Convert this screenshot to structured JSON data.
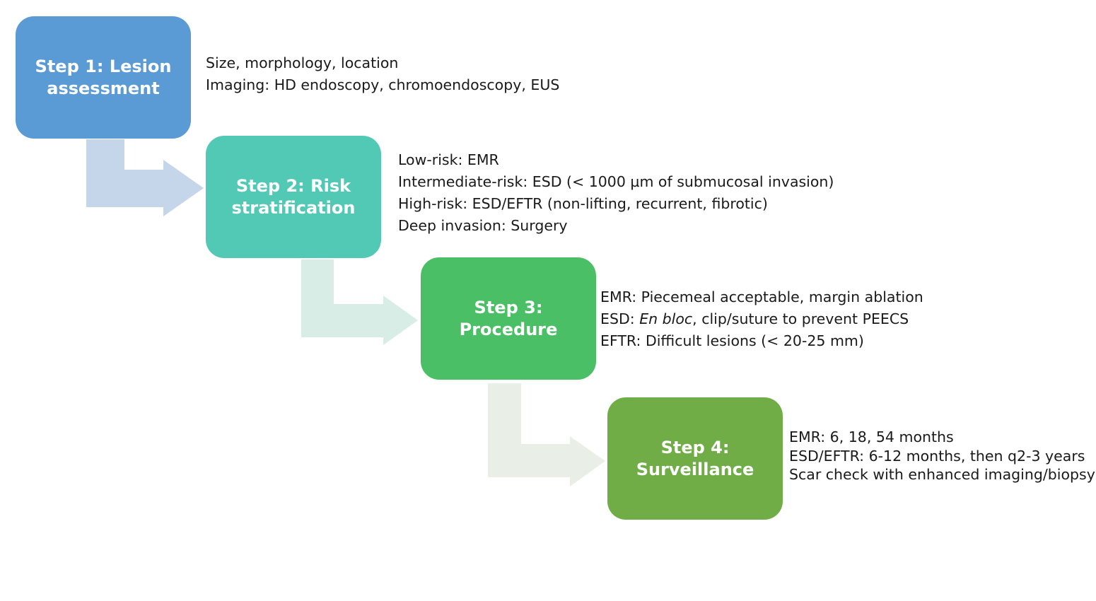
{
  "diagram": {
    "type": "stepwise-flow",
    "colors": {
      "step1": "#5b9bd5",
      "step2": "#52c9b4",
      "step3": "#4bbf65",
      "step4": "#70ad47",
      "arrow1": "#c5d5ea",
      "arrow2": "#d7ede6",
      "arrow3": "#e9efe7",
      "text": "#1a1a1a",
      "box_text": "#ffffff"
    },
    "steps": [
      {
        "title_line1": "Step 1: Lesion",
        "title_line2": "assessment",
        "details": [
          "Size, morphology, location",
          "Imaging: HD endoscopy, chromoendoscopy, EUS"
        ]
      },
      {
        "title_line1": "Step 2: Risk",
        "title_line2": "stratification",
        "details": [
          "Low-risk: EMR",
          "Intermediate-risk: ESD (< 1000 µm of submucosal invasion)",
          "High-risk: ESD/EFTR (non-lifting, recurrent, fibrotic)",
          "Deep invasion: Surgery"
        ]
      },
      {
        "title_line1": "Step 3:",
        "title_line2": "Procedure",
        "details": [
          "EMR: Piecemeal acceptable, margin ablation",
          {
            "prefix": "ESD: ",
            "italic": "En bloc",
            "suffix": ", clip/suture to prevent PEECS"
          },
          "EFTR: Difficult lesions (< 20-25 mm)"
        ]
      },
      {
        "title_line1": "Step 4:",
        "title_line2": "Surveillance",
        "details": [
          "EMR: 6, 18, 54 months",
          "ESD/EFTR: 6-12 months, then q2-3 years",
          "Scar check with enhanced imaging/biopsy"
        ]
      }
    ]
  }
}
